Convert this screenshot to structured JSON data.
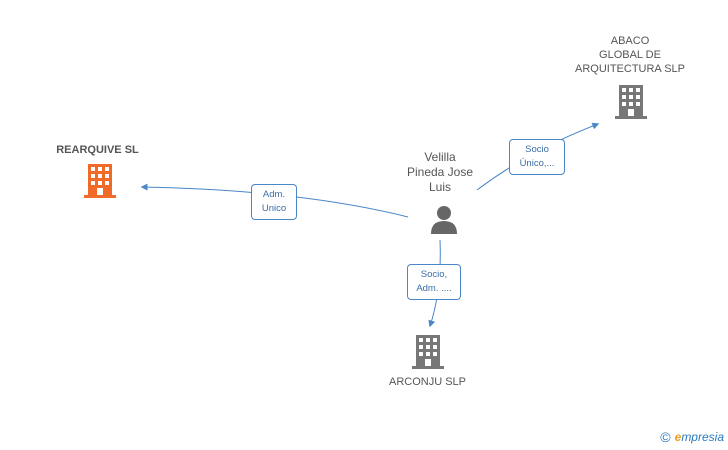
{
  "nodes": {
    "rearquive": {
      "label": "REARQUIVE SL",
      "color": "#f06a2a"
    },
    "abaco": {
      "label_lines": [
        "ABACO",
        "GLOBAL DE",
        "ARQUITECTURA SLP"
      ],
      "color": "#777777"
    },
    "arconju": {
      "label": "ARCONJU SLP",
      "color": "#777777"
    },
    "person": {
      "label_lines": [
        "Velilla",
        "Pineda Jose",
        "Luis"
      ],
      "color": "#666666"
    }
  },
  "edges": {
    "to_rearquive": {
      "lines": [
        "Adm.",
        "Unico"
      ]
    },
    "to_abaco": {
      "lines": [
        "Socio",
        "Único,..."
      ]
    },
    "to_arconju": {
      "lines": [
        "Socio,",
        "Adm. ...."
      ]
    }
  },
  "colors": {
    "edge": "#4a86c8",
    "company": "#777777",
    "highlight": "#f06a2a"
  },
  "footer": {
    "copyright": "©",
    "brand_initial": "e",
    "brand_rest": "mpresia"
  }
}
